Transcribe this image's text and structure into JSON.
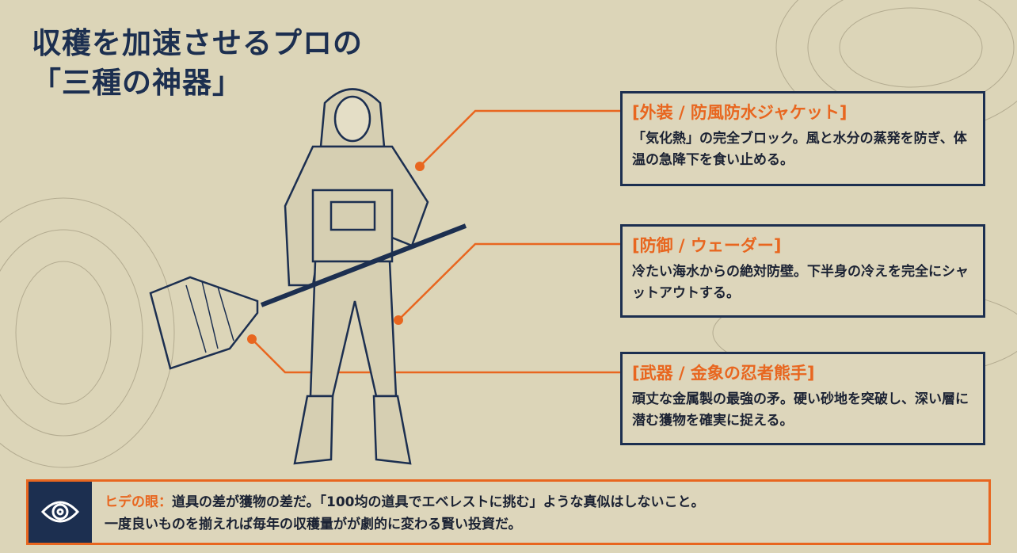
{
  "title": {
    "line1": "収穫を加速させるプロの",
    "line2": "「三種の神器」"
  },
  "callouts": [
    {
      "heading": "[外装 / 防風防水ジャケット]",
      "body": "「気化熱」の完全ブロック。風と水分の蒸発を防ぎ、体温の急降下を食い止める。"
    },
    {
      "heading": "[防御 / ウェーダー]",
      "body": "冷たい海水からの絶対防壁。下半身の冷えを完全にシャットアウトする。"
    },
    {
      "heading": "[武器 / 金象の忍者熊手]",
      "body": "頑丈な金属製の最強の矛。硬い砂地を突破し、深い層に潜む獲物を確実に捉える。"
    }
  ],
  "tip": {
    "label": "ヒデの眼：",
    "line1": "道具の差が獲物の差だ。「100均の道具でエベレストに挑む」ような真似はしないこと。",
    "line2": "一度良いものを揃えれば毎年の収穫量がが劇的に変わる賢い投資だ。"
  },
  "colors": {
    "accent": "#e8661f",
    "navy": "#1c2f50",
    "background": "#dcd5b8"
  }
}
